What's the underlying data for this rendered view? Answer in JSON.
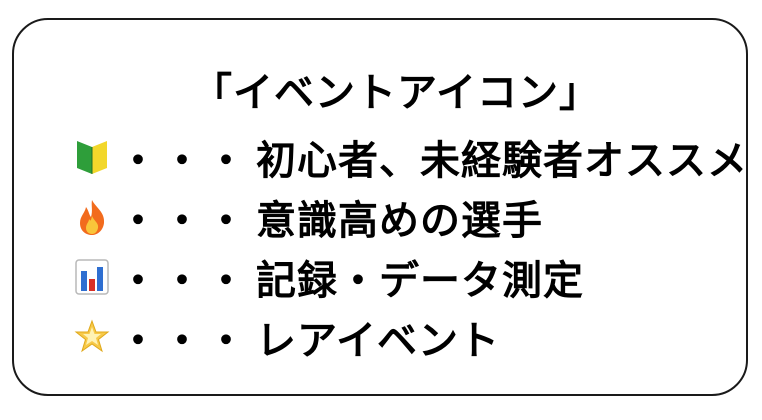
{
  "title": "「イベントアイコン」",
  "legend": [
    {
      "icon": "beginner-leaf-icon",
      "dots": "・・・",
      "label": "初心者、未経験者オススメ"
    },
    {
      "icon": "fire-icon",
      "dots": "・・・",
      "label": "意識高めの選手"
    },
    {
      "icon": "bar-chart-icon",
      "dots": "・・・",
      "label": "記録・データ測定"
    },
    {
      "icon": "glowing-star-icon",
      "dots": "・・・",
      "label": "レアイベント"
    }
  ],
  "colors": {
    "border": "#1a1a1a",
    "text": "#000000",
    "leaf_green": "#2e9e3a",
    "leaf_yellow": "#f2d72b",
    "fire_orange": "#f26b1d",
    "fire_yellow": "#f9c53a",
    "chart_red": "#d93025",
    "chart_blue": "#2f6fd1",
    "star_yellow": "#f7c948"
  }
}
